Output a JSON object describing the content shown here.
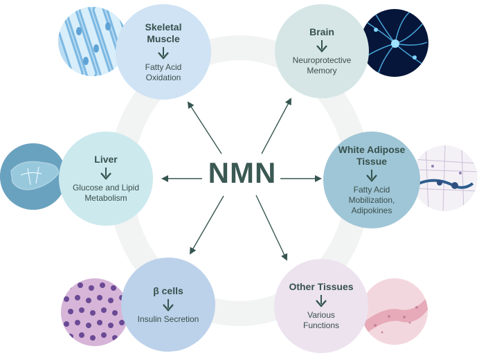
{
  "center_label": "NMN",
  "nodes": {
    "skeletal_muscle": {
      "title": "Skeletal Muscle",
      "sub": "Fatty Acid Oxidation",
      "color": "#cfe3f4",
      "image_icon": "muscle-fiber-micrograph"
    },
    "brain": {
      "title": "Brain",
      "sub": "Neuroprotective Memory",
      "color": "#d6e6e6",
      "image_icon": "neuron-network"
    },
    "liver": {
      "title": "Liver",
      "sub": "Glucose and Lipid Metabolism",
      "color": "#cce9ee",
      "image_icon": "liver-scan"
    },
    "white_adipose": {
      "title": "White Adipose Tissue",
      "sub": "Fatty Acid Mobilization, Adipokines",
      "color": "#9fc6d6",
      "image_icon": "adipose-tissue-micrograph"
    },
    "beta_cells": {
      "title": "β cells",
      "sub": "Insulin Secretion",
      "color": "#bcd2ea",
      "image_icon": "beta-cell-micrograph"
    },
    "other_tissues": {
      "title": "Other Tissues",
      "sub": "Various Functions",
      "color": "#ece3ef",
      "image_icon": "tissue-micrograph"
    }
  },
  "colors": {
    "arrow": "#355550",
    "ring": "#f2f3f3",
    "text": "#36504c"
  }
}
